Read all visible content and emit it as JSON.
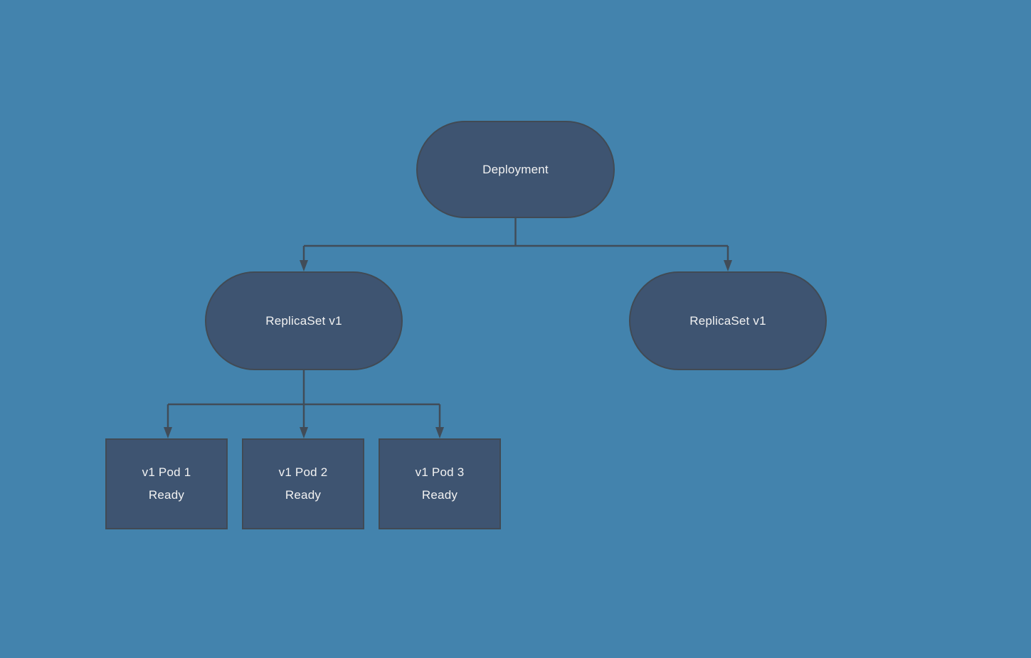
{
  "colors": {
    "background": "#4383ad",
    "node_fill": "#3e5471",
    "node_border": "#414a54",
    "connector": "#414c58",
    "text": "#f2f2f2"
  },
  "nodes": {
    "deployment": {
      "label": "Deployment"
    },
    "replicaset_left": {
      "label": "ReplicaSet v1"
    },
    "replicaset_right": {
      "label": "ReplicaSet v1"
    },
    "pods": [
      {
        "name": "v1 Pod 1",
        "status": "Ready"
      },
      {
        "name": "v1 Pod 2",
        "status": "Ready"
      },
      {
        "name": "v1 Pod 3",
        "status": "Ready"
      }
    ]
  }
}
